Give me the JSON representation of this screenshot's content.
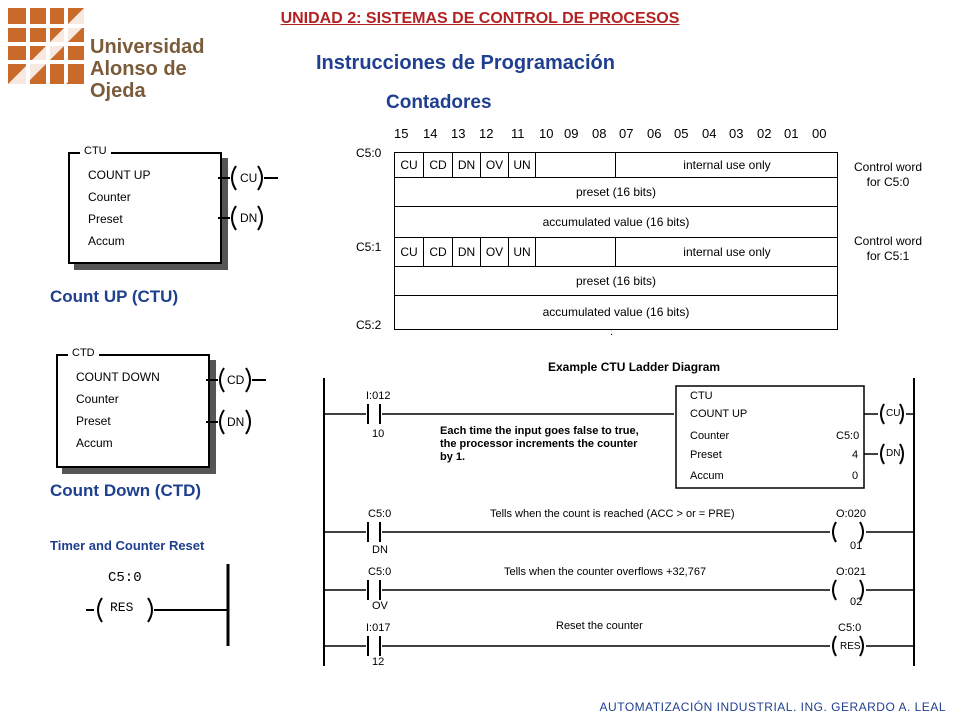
{
  "header": {
    "unit_title": "UNIDAD 2: SISTEMAS DE CONTROL DE PROCESOS",
    "main_title": "Instrucciones de Programación",
    "sub_title": "Contadores"
  },
  "logo": {
    "line1": "Universidad",
    "line2": "Alonso de Ojeda"
  },
  "ctu_block": {
    "header": "CTU",
    "lines": [
      "COUNT UP",
      "Counter",
      "Preset",
      "Accum"
    ],
    "coil_top": "CU",
    "coil_bottom": "DN",
    "caption": "Count UP (CTU)"
  },
  "ctd_block": {
    "header": "CTD",
    "lines": [
      "COUNT DOWN",
      "Counter",
      "Preset",
      "Accum"
    ],
    "coil_top": "CD",
    "coil_bottom": "DN",
    "caption": "Count Down (CTD)"
  },
  "reset": {
    "caption": "Timer and Counter Reset",
    "address": "C5:0",
    "coil": "RES"
  },
  "control_words": {
    "bits": [
      "15",
      "14",
      "13",
      "12",
      "11",
      "10",
      "09",
      "08",
      "07",
      "06",
      "05",
      "04",
      "03",
      "02",
      "01",
      "00"
    ],
    "labels": [
      "C5:0",
      "C5:1",
      "C5:2"
    ],
    "flags": [
      "CU",
      "CD",
      "DN",
      "OV",
      "UN"
    ],
    "internal": "internal use only",
    "preset": "preset (16 bits)",
    "accum": "accumulated value (16 bits)",
    "side1": [
      "Control word",
      "for C5:0"
    ],
    "side2": [
      "Control word",
      "for C5:1"
    ],
    "continuation": ":"
  },
  "ladder": {
    "title": "Example CTU Ladder Diagram",
    "rung1": {
      "contact_addr": "I:012",
      "contact_bit": "10",
      "note": [
        "Each time the input goes false to true,",
        "the processor increments the counter",
        "by 1."
      ],
      "block_header": "CTU",
      "block_lines": [
        "COUNT UP",
        "Counter",
        "Preset",
        "Accum"
      ],
      "block_values": [
        "C5:0",
        "4",
        "0"
      ],
      "coil_top": "CU",
      "coil_bottom": "DN"
    },
    "rung2": {
      "contact_addr": "C5:0",
      "contact_bit": "DN",
      "note": "Tells when the count is reached (ACC > or = PRE)",
      "out_addr": "O:020",
      "out_bit": "01"
    },
    "rung3": {
      "contact_addr": "C5:0",
      "contact_bit": "OV",
      "note": "Tells when the counter overflows +32,767",
      "out_addr": "O:021",
      "out_bit": "02"
    },
    "rung4": {
      "contact_addr": "I:017",
      "contact_bit": "12",
      "note": "Reset the counter",
      "out_addr": "C5:0",
      "out_bit": "RES"
    }
  },
  "footer": "AUTOMATIZACIÓN INDUSTRIAL. ING. GERARDO A. LEAL"
}
